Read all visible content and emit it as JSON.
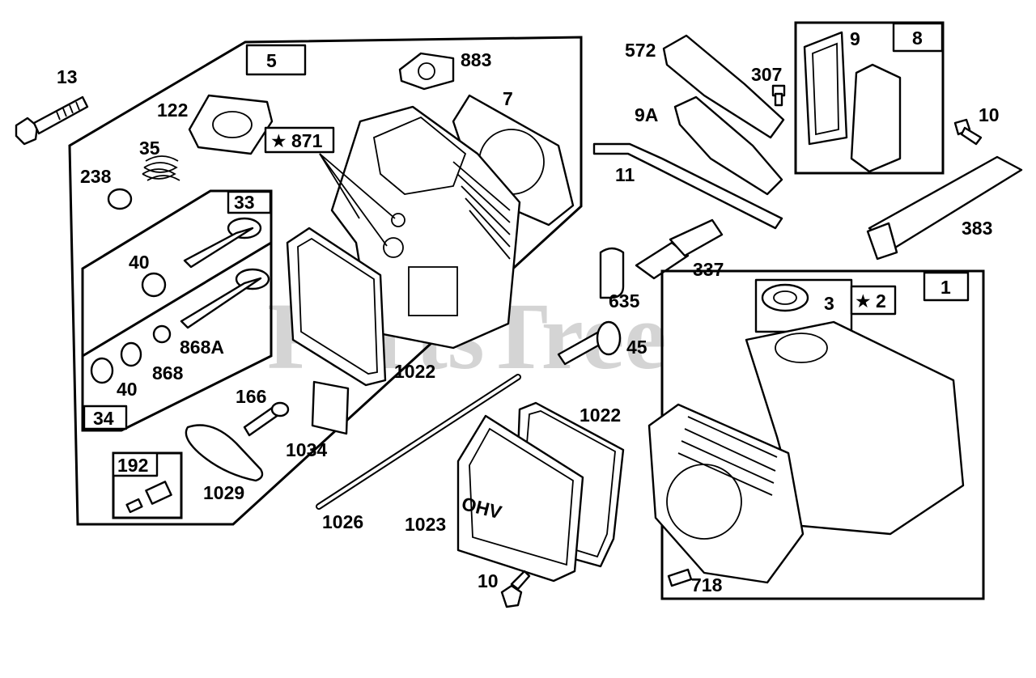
{
  "watermark": "PartsTree",
  "boxes": {
    "box5": "5",
    "box8": "8",
    "box1": "1",
    "box33": "33",
    "box34": "34",
    "box192": "192",
    "box871": "871",
    "box2": "2"
  },
  "labels": {
    "p13": "13",
    "p122": "122",
    "p35": "35",
    "p238": "238",
    "p883": "883",
    "p7": "7",
    "p40a": "40",
    "p40b": "40",
    "p868a": "868A",
    "p868": "868",
    "p1022a": "1022",
    "p166": "166",
    "p1034": "1034",
    "p1029": "1029",
    "p572": "572",
    "p307": "307",
    "p9a": "9A",
    "p9": "9",
    "p10a": "10",
    "p11": "11",
    "p383": "383",
    "p337": "337",
    "p635": "635",
    "p45": "45",
    "p3": "3",
    "p1022b": "1022",
    "p1026": "1026",
    "p1023": "1023",
    "p10b": "10",
    "p718": "718"
  },
  "cover_text": "OHV",
  "star_symbol": "★"
}
